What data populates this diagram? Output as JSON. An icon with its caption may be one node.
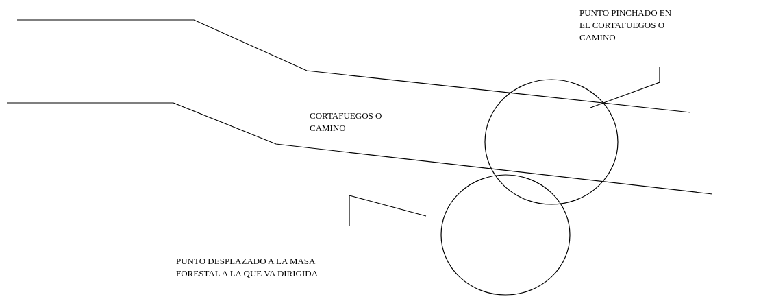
{
  "diagram": {
    "nodes": [
      {
        "text": [
          "PUNTO PINCHADO EN EL CORTAFUEGOS O CAMINO"
        ]
      },
      {
        "text": [],
        "shape": "circle"
      },
      {
        "text": [
          "PUNTO DESPLAZADO A LA MASA FORESTAL A LA QUE VA DIRIGIDA"
        ]
      },
      {
        "text": [],
        "shape": "circle"
      }
    ],
    "edges": [
      {
        "from": 0,
        "to": 1,
        "arrow": "none"
      },
      {
        "from": 2,
        "to": 3,
        "arrow": "none"
      }
    ],
    "labels": [
      "CORTAFUEGOS O CAMINO"
    ]
  }
}
